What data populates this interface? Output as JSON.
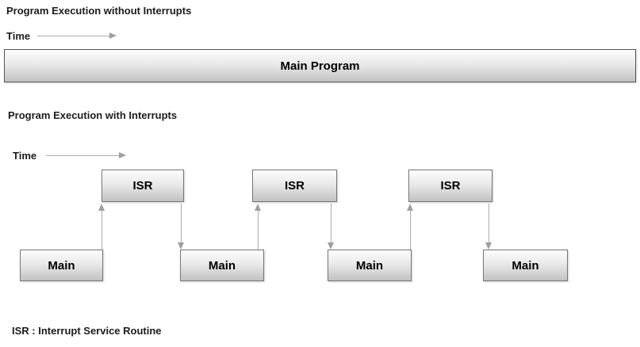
{
  "colors": {
    "background": "#ffffff",
    "box_border": "#767676",
    "box_gradient_top": "#fdfdfd",
    "box_gradient_bottom": "#c2c2c2",
    "arrow_line": "#ababab",
    "arrow_head": "#9f9f9f",
    "text": "#1c1c1c"
  },
  "section_no_interrupts": {
    "title": "Program Execution without Interrupts",
    "time_label": "Time",
    "main_bar_label": "Main Program"
  },
  "section_interrupts": {
    "title": "Program Execution with Interrupts",
    "time_label": "Time",
    "isr_boxes": [
      {
        "label": "ISR"
      },
      {
        "label": "ISR"
      },
      {
        "label": "ISR"
      }
    ],
    "main_boxes": [
      {
        "label": "Main"
      },
      {
        "label": "Main"
      },
      {
        "label": "Main"
      },
      {
        "label": "Main"
      }
    ]
  },
  "footer": {
    "legend": "ISR : Interrupt Service Routine"
  }
}
